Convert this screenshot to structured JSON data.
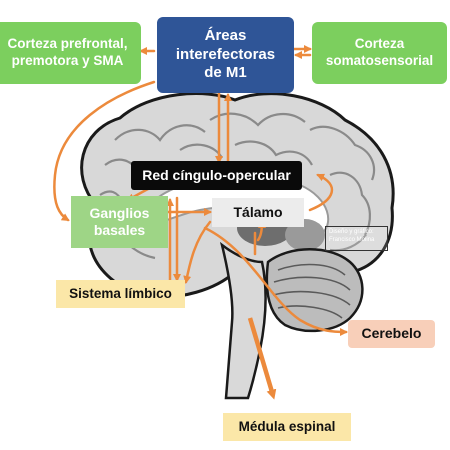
{
  "labels": {
    "m1": [
      "Áreas",
      "interefectoras",
      "de M1"
    ],
    "prefrontal": [
      "Corteza prefrontal,",
      "premotora y SMA"
    ],
    "somato": [
      "Corteza",
      "somatosensorial"
    ],
    "cingulo": "Red cíngulo-opercular",
    "ganglios": [
      "Ganglios",
      "basales"
    ],
    "talamo": "Tálamo",
    "limbico": "Sistema límbico",
    "cerebelo": "Cerebelo",
    "medula": "Médula espinal"
  },
  "watermark": [
    "Diseño y gráfico:",
    "Francisco Molina"
  ],
  "colors": {
    "arrow": "#ec8a3c",
    "m1_box": "#2f5597",
    "cortex_boxes": "#7ccf5e",
    "ganglios_box": "#9ed586",
    "cingulo_box": "#0a0a0a",
    "talamo_box": "#ececec",
    "limbico_box": "#fbe7a8",
    "cerebelo_box": "#f8cfb9",
    "medula_box": "#fbe7a8"
  }
}
